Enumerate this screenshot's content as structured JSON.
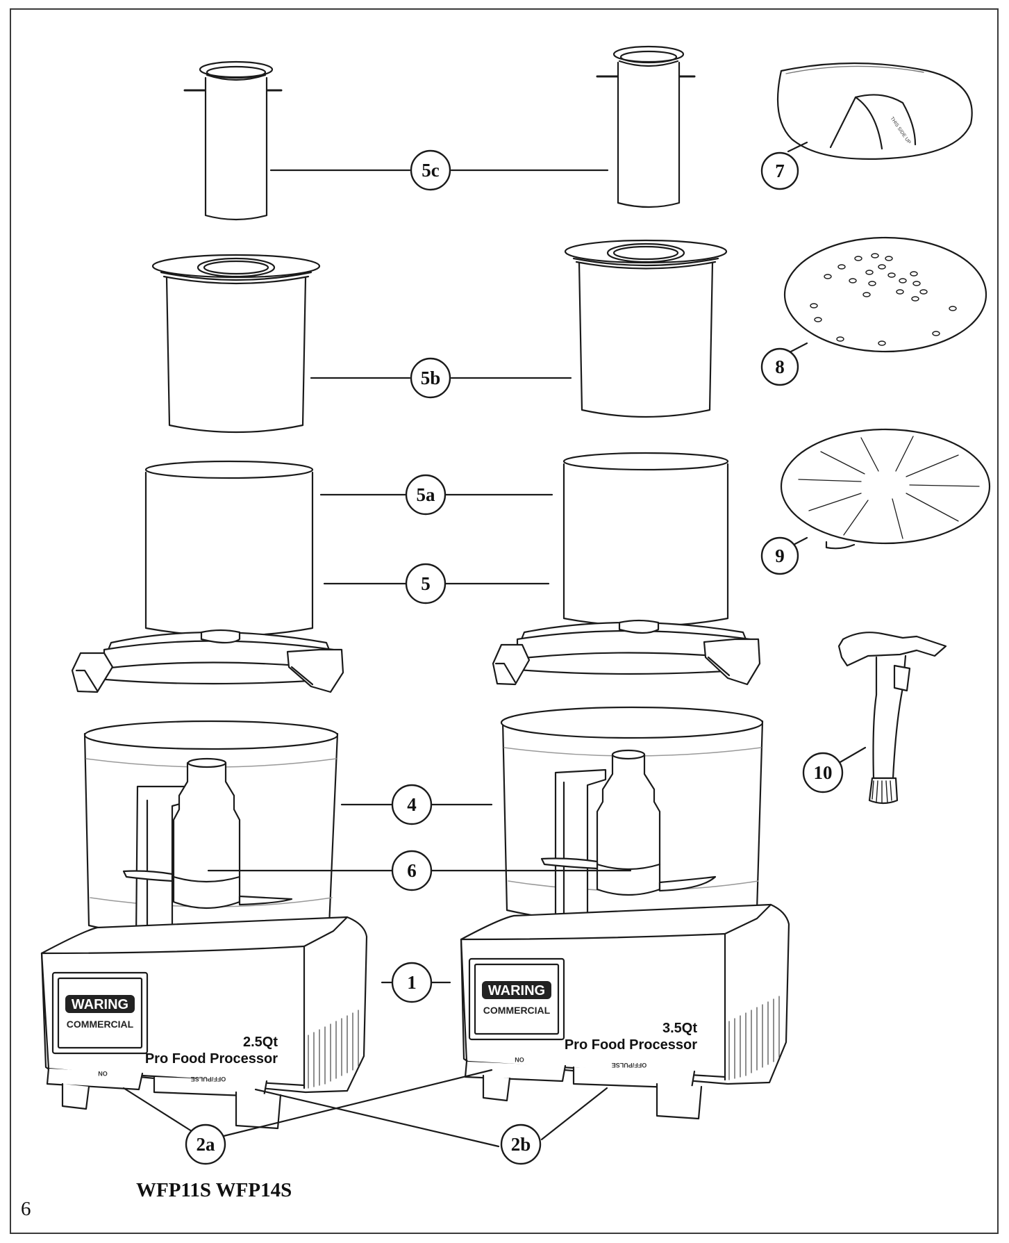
{
  "callouts": {
    "c1": "1",
    "c2a": "2a",
    "c2b": "2b",
    "c4": "4",
    "c5": "5",
    "c5a": "5a",
    "c5b": "5b",
    "c5c": "5c",
    "c6": "6",
    "c7": "7",
    "c8": "8",
    "c9": "9",
    "c10": "10"
  },
  "units": [
    {
      "brand_line1": "WARING",
      "brand_line2": "COMMERCIAL",
      "capacity": "2.5Qt",
      "product_name": "Pro Food Processor",
      "on_label": "ON",
      "off_label": "OFF/PULSE"
    },
    {
      "brand_line1": "WARING",
      "brand_line2": "COMMERCIAL",
      "capacity": "3.5Qt",
      "product_name": "Pro Food Processor",
      "on_label": "ON",
      "off_label": "OFF/PULSE"
    }
  ],
  "disc_label": "THIS SIDE UP",
  "footer": {
    "models": "WFP11S WFP14S",
    "page_number": "6"
  },
  "colors": {
    "line": "#1a1a1a",
    "fill": "#ffffff",
    "shade": "#d9d9d9",
    "badge": "#222222"
  }
}
